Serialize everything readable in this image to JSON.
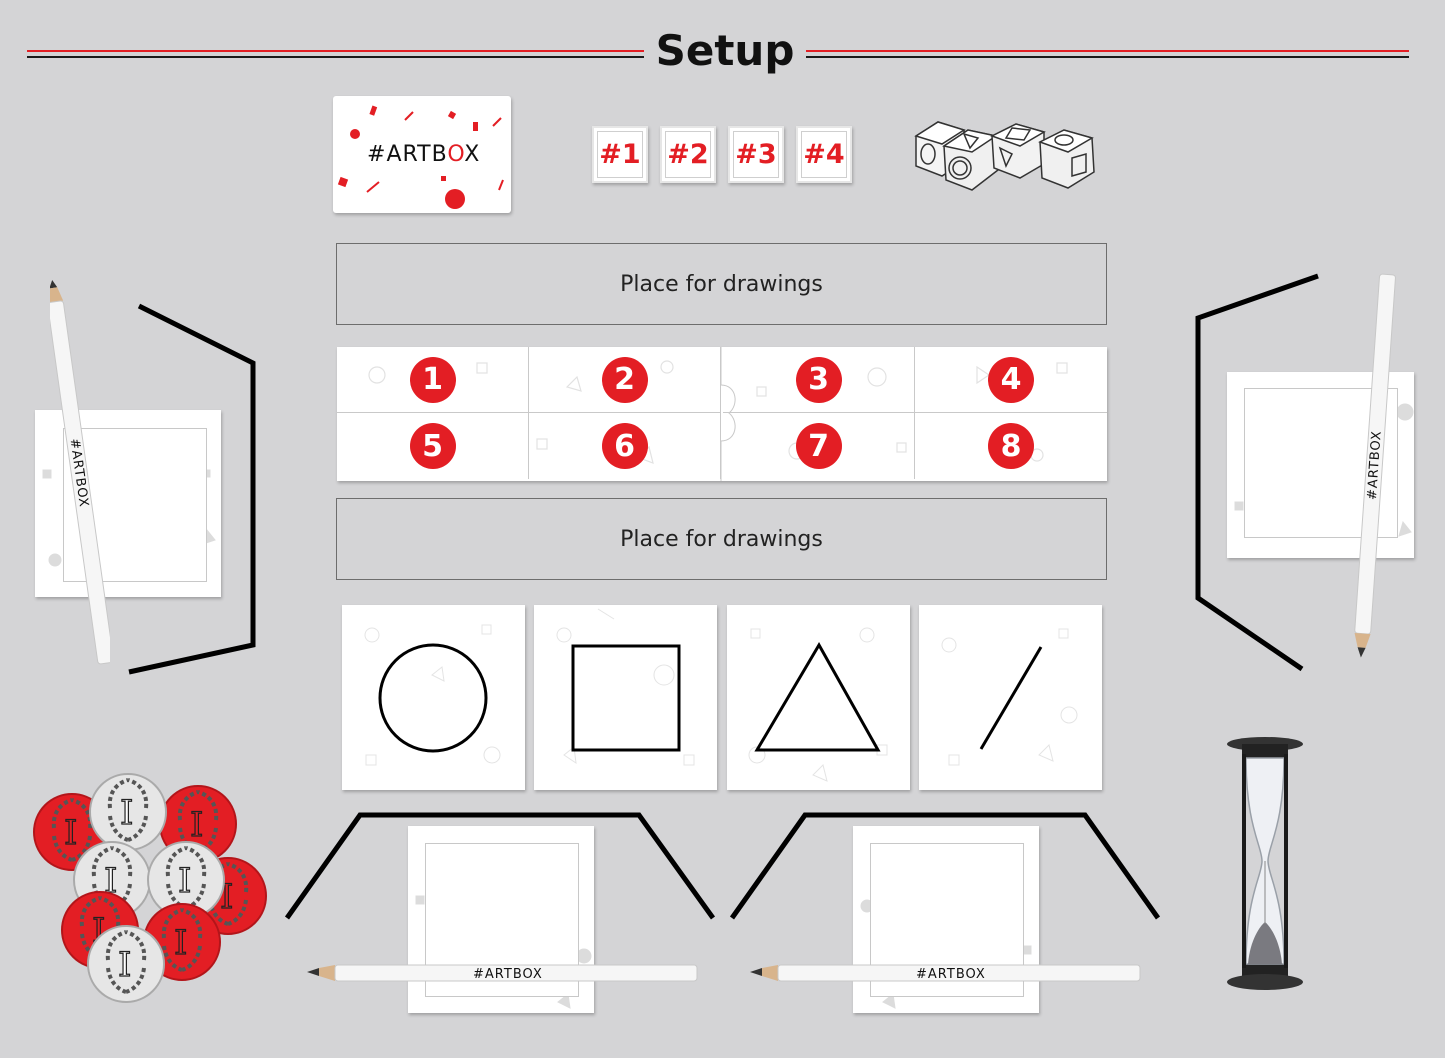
{
  "header": {
    "title_start": "Set",
    "title_end": "up"
  },
  "box_card": {
    "logo_hash": "#",
    "logo_a": "A",
    "logo_rt": "RT",
    "logo_b": "B",
    "logo_o": "O",
    "logo_x": "X"
  },
  "round_tokens": [
    "#1",
    "#2",
    "#3",
    "#4"
  ],
  "dice": {
    "count": 4,
    "faces": [
      "circle",
      "triangle",
      "square",
      "circle"
    ]
  },
  "place_labels": {
    "top": "Place for drawings",
    "bottom": "Place for drawings"
  },
  "number_board": {
    "numbers": [
      "1",
      "2",
      "3",
      "4",
      "5",
      "6",
      "7",
      "8"
    ]
  },
  "shape_cards": [
    "circle",
    "square",
    "triangle",
    "line"
  ],
  "pencil_logo": "#ARTBOX",
  "tokens": {
    "colors": {
      "red": "#e31e24",
      "white": "#e8e8e8"
    },
    "letter": "I"
  },
  "colors": {
    "accent": "#e31e24",
    "dark": "#1a1a1a",
    "table": "#d4d4d6"
  }
}
